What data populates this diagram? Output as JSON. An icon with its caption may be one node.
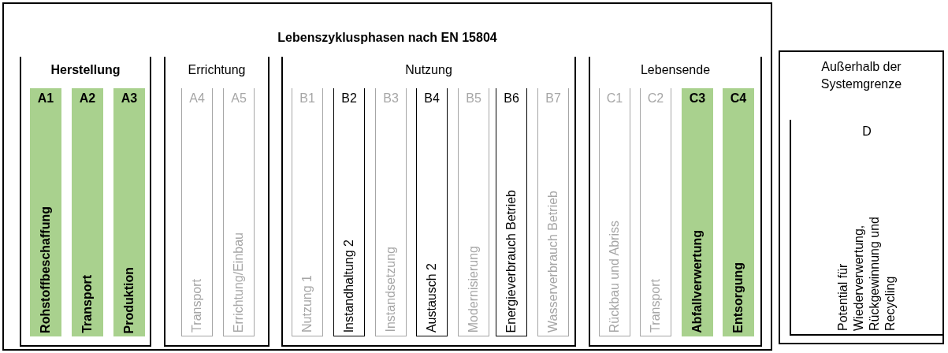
{
  "diagram": {
    "nodes": [
      {
        "text": [
          "Lebenszyklusphasen nach EN 15804"
        ]
      },
      {
        "text": [
          "Herstellung"
        ],
        "in": 0
      },
      {
        "text": [
          "A1",
          "Rohstoffbeschaffung"
        ],
        "in": 1
      },
      {
        "text": [
          "A2",
          "Transport"
        ],
        "in": 1
      },
      {
        "text": [
          "A3",
          "Produktion"
        ],
        "in": 1
      },
      {
        "text": [
          "Errichtung"
        ],
        "in": 0
      },
      {
        "text": [
          "A4",
          "Transport"
        ],
        "in": 5
      },
      {
        "text": [
          "A5",
          "Errichtung/Einbau"
        ],
        "in": 5
      },
      {
        "text": [
          "Nutzung"
        ],
        "in": 0
      },
      {
        "text": [
          "B1",
          "Nutzung 1"
        ],
        "in": 8
      },
      {
        "text": [
          "B2",
          "Instandhaltung 2"
        ],
        "in": 8
      },
      {
        "text": [
          "B3",
          "Instandsetzung"
        ],
        "in": 8
      },
      {
        "text": [
          "B4",
          "Austausch 2"
        ],
        "in": 8
      },
      {
        "text": [
          "B5",
          "Modernisierung"
        ],
        "in": 8
      },
      {
        "text": [
          "B6",
          "Energieverbrauch Betrieb"
        ],
        "in": 8
      },
      {
        "text": [
          "B7",
          "Wasserverbrauch Betrieb"
        ],
        "in": 8
      },
      {
        "text": [
          "Lebensende"
        ],
        "in": 0
      },
      {
        "text": [
          "C1",
          "Rückbau und Abriss"
        ],
        "in": 16
      },
      {
        "text": [
          "C2",
          "Transport"
        ],
        "in": 16
      },
      {
        "text": [
          "C3",
          "Abfallverwertung"
        ],
        "in": 16
      },
      {
        "text": [
          "C4",
          "Entsorgung"
        ],
        "in": 16
      },
      {
        "text": [
          "Außerhalb der Systemgrenze"
        ]
      },
      {
        "text": [
          "D",
          "Potential für Wiederverwertung, Rückgewinnung und Recycling"
        ],
        "in": 21
      }
    ]
  }
}
